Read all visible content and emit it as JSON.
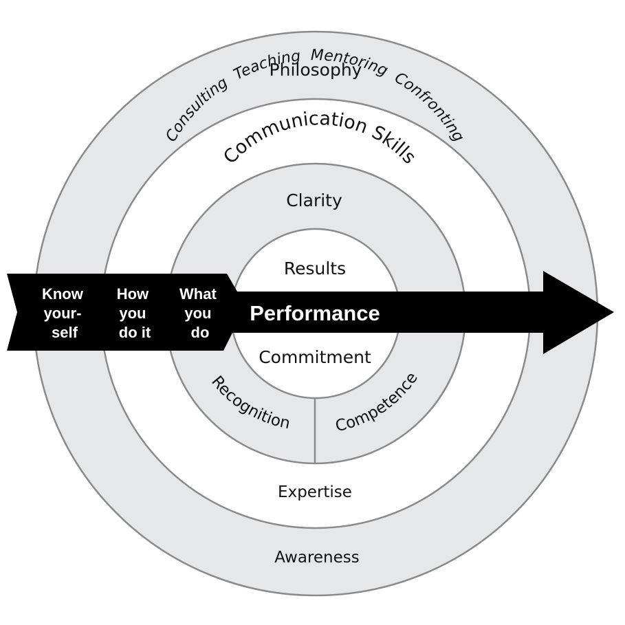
{
  "rings": {
    "outer_label": "Philosophy",
    "bottom_label": "Awareness"
  },
  "communication": {
    "title": "Communication Skills",
    "skills": [
      "Consulting",
      "Teaching",
      "Mentoring",
      "Confronting"
    ],
    "bottom_label": "Expertise"
  },
  "middle": {
    "top_label": "Clarity",
    "left_label": "Recognition",
    "right_label": "Competence"
  },
  "core": {
    "top_label": "Results",
    "bottom_label": "Commitment"
  },
  "arrow": {
    "main_label": "Performance",
    "segments": [
      {
        "lines": [
          "Know",
          "your-",
          "self"
        ]
      },
      {
        "lines": [
          "How",
          "you",
          "do it"
        ]
      },
      {
        "lines": [
          "What",
          "you",
          "do"
        ]
      }
    ]
  },
  "colors": {
    "ring_fill": "#e6e7e8",
    "ring_stroke": "#8a8a8c",
    "arrow": "#000000"
  }
}
